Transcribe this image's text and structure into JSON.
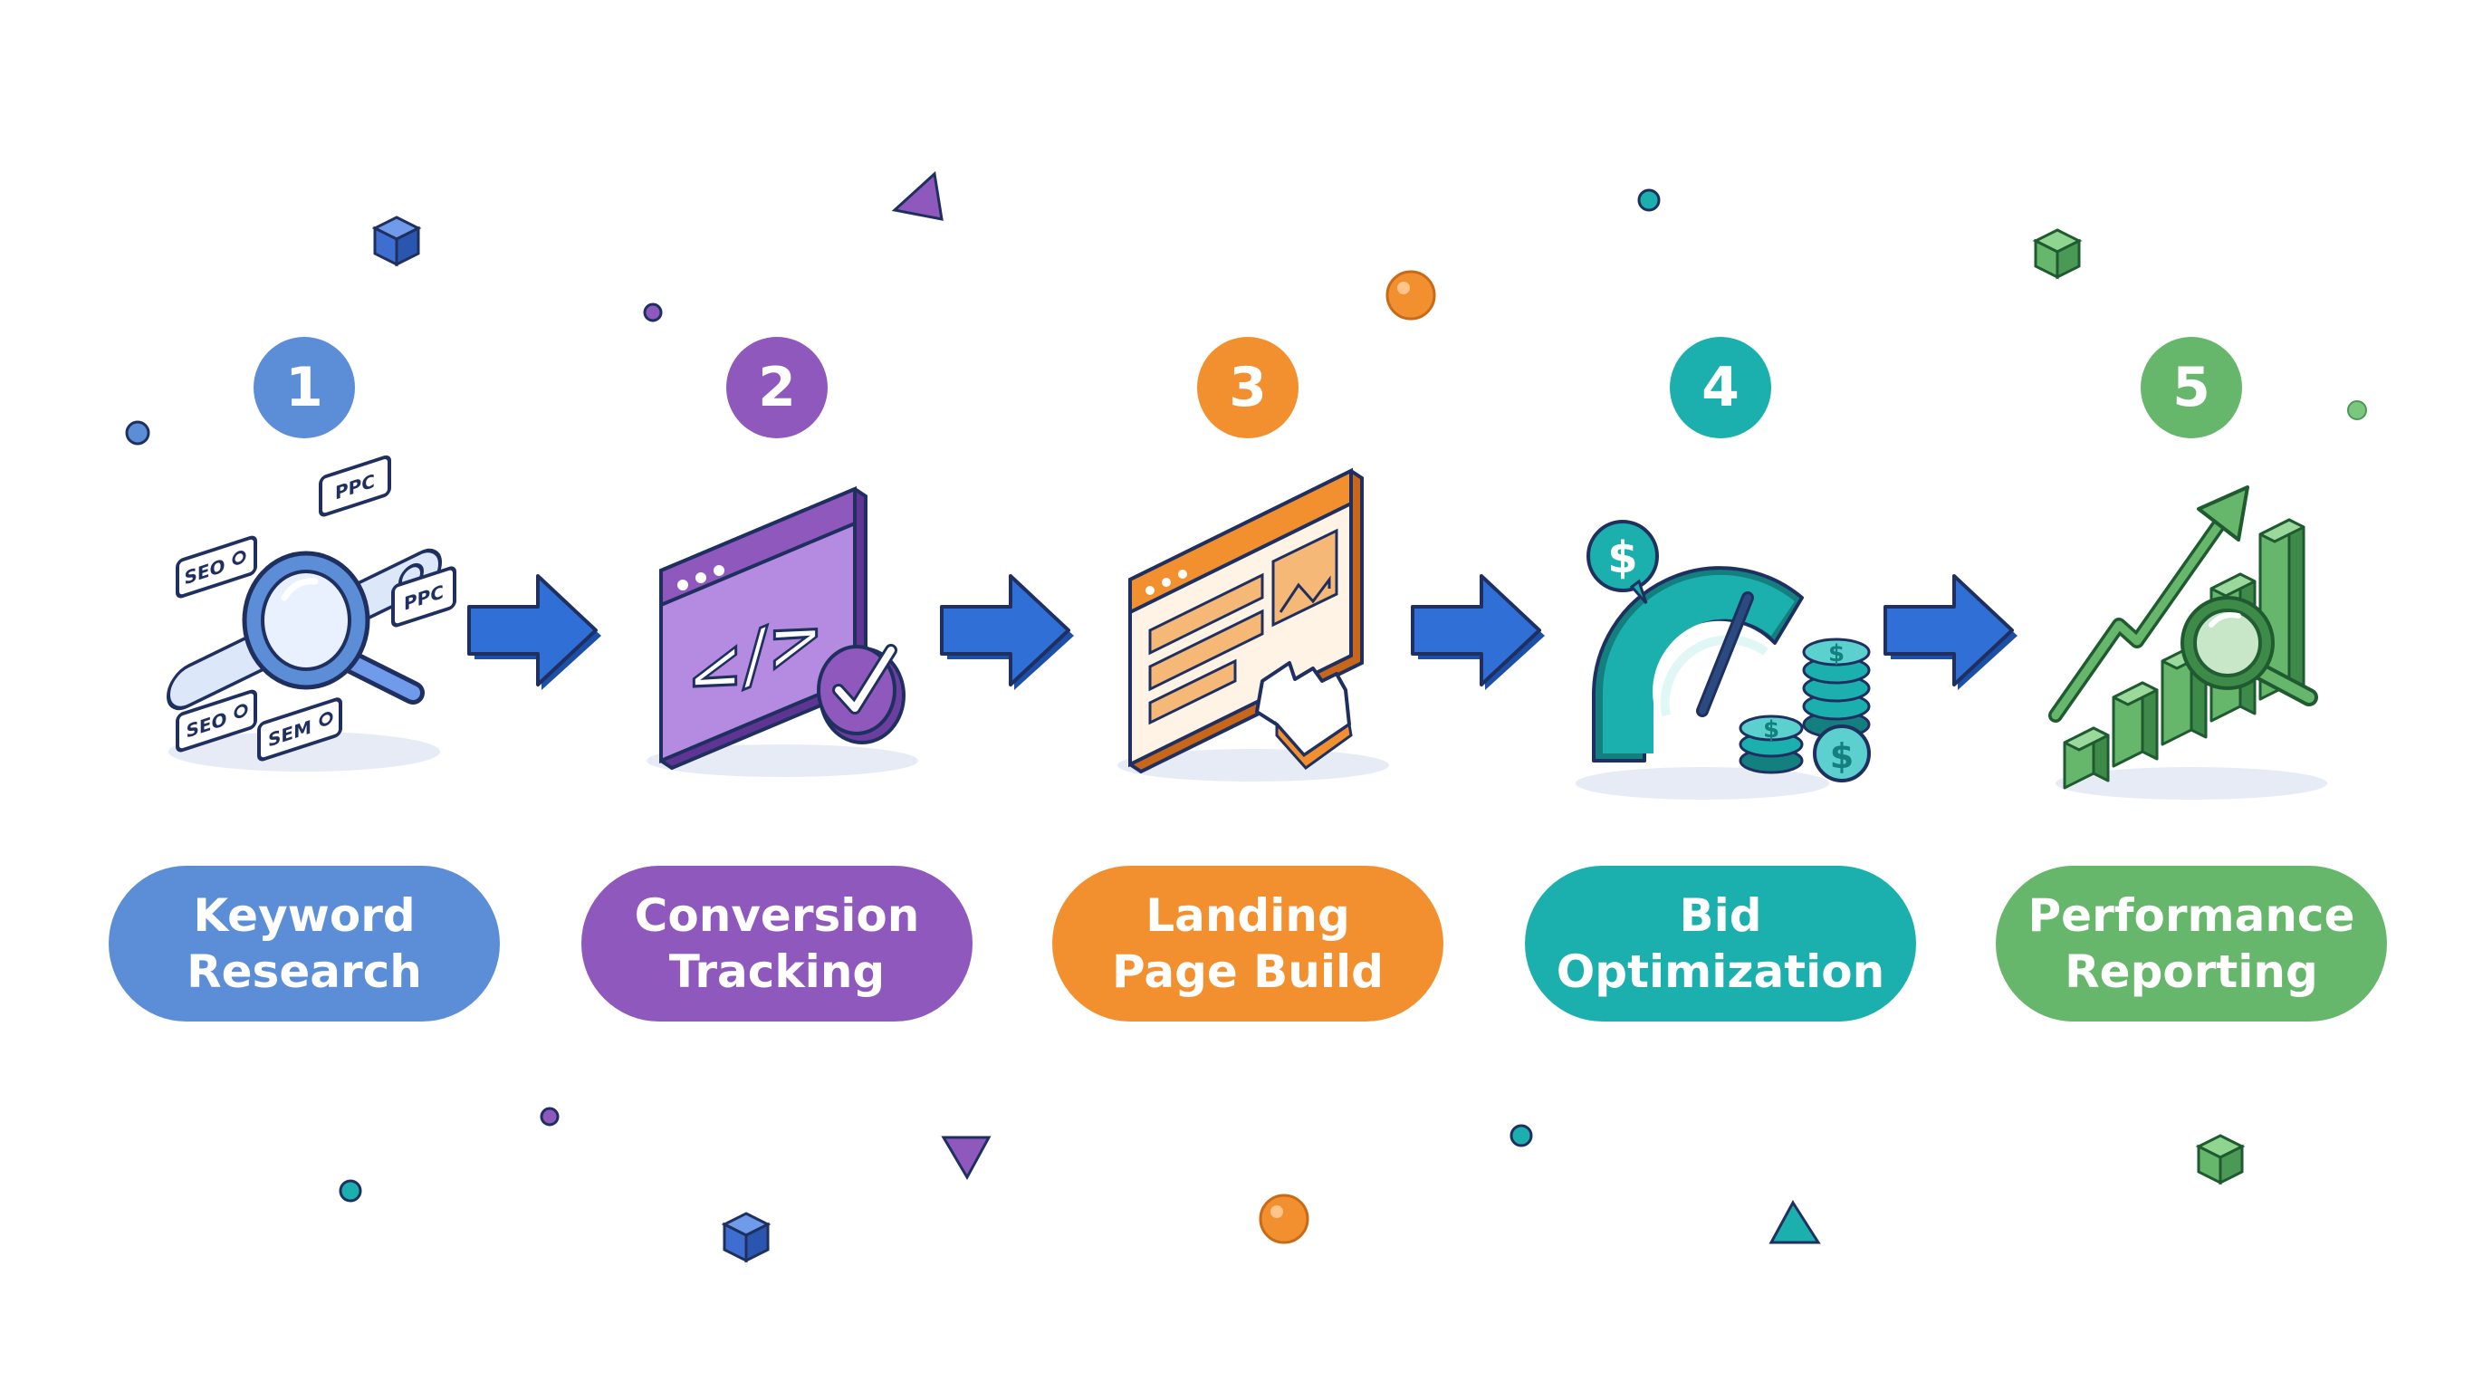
{
  "steps": [
    {
      "number": "1",
      "line1": "Keyword",
      "line2": "Research",
      "color": "#5B8ED6"
    },
    {
      "number": "2",
      "line1": "Conversion",
      "line2": "Tracking",
      "color": "#8E58BD"
    },
    {
      "number": "3",
      "line1": "Landing",
      "line2": "Page Build",
      "color": "#F2902F"
    },
    {
      "number": "4",
      "line1": "Bid",
      "line2": "Optimization",
      "color": "#1BAFAE"
    },
    {
      "number": "5",
      "line1": "Performance",
      "line2": "Reporting",
      "color": "#66B66B"
    }
  ],
  "icon_labels": {
    "seo": "SEO",
    "ppc": "PPC",
    "sem": "SEM",
    "code": "</>",
    "dollar": "$"
  },
  "colors": {
    "arrow": "#2F6FD6",
    "arrow_dark": "#1C4FA8",
    "outline": "#1F3060"
  }
}
